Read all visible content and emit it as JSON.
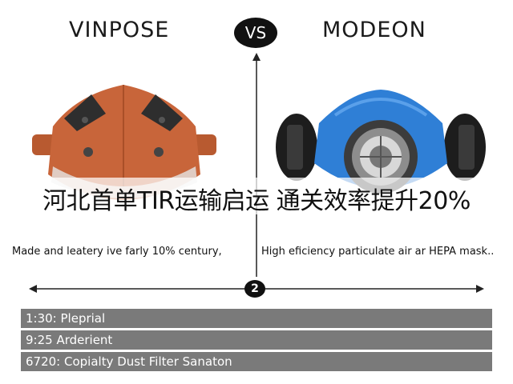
{
  "header": {
    "left_brand": "VINPOSE",
    "vs_label": "VS",
    "right_brand": "MODEON"
  },
  "headline": "河北首单TIR运输启运 通关效率提升20%",
  "captions": {
    "left": "Made and leatery ive farly 10% century,",
    "right": "High eficiency particulate air ar HEPA mask.."
  },
  "badge_number": "2",
  "rows": [
    {
      "label": "1:30: Pleprial"
    },
    {
      "label": "9:25  Arderient"
    },
    {
      "label": "6720: Copialty Dust Filter Sanaton"
    }
  ],
  "colors": {
    "left_mask": "#c8653a",
    "right_mask": "#2f7fd6",
    "row_background": "#7a7a7a"
  }
}
